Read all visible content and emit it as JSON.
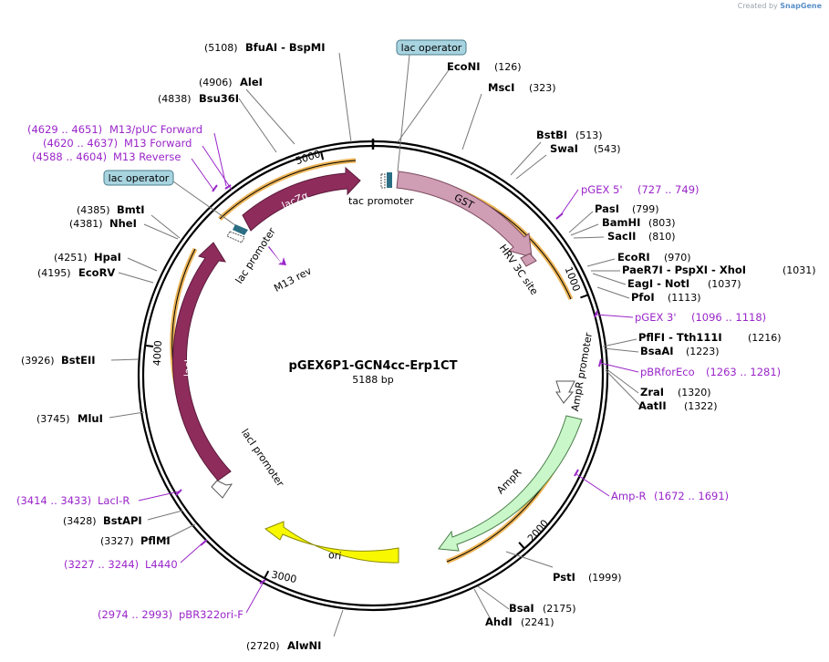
{
  "branding": {
    "prefix": "Created by",
    "product": "SnapGene"
  },
  "plasmid": {
    "name": "pGEX6P1-GCN4cc-Erp1CT",
    "length_label": "5188 bp",
    "length": 5188
  },
  "tick_labels": [
    "1000",
    "2000",
    "3000",
    "4000",
    "5000"
  ],
  "sites": [
    {
      "name": "BfuAI - BspMI",
      "pos": "(5108)",
      "side": "left"
    },
    {
      "name": "AleI",
      "pos": "(4906)",
      "side": "left"
    },
    {
      "name": "Bsu36I",
      "pos": "(4838)",
      "side": "left"
    },
    {
      "name": "BmtI",
      "pos": "(4385)",
      "side": "left"
    },
    {
      "name": "NheI",
      "pos": "(4381)",
      "side": "left"
    },
    {
      "name": "HpaI",
      "pos": "(4251)",
      "side": "left"
    },
    {
      "name": "EcoRV",
      "pos": "(4195)",
      "side": "left"
    },
    {
      "name": "BstEII",
      "pos": "(3926)",
      "side": "left"
    },
    {
      "name": "MluI",
      "pos": "(3745)",
      "side": "left"
    },
    {
      "name": "BstAPI",
      "pos": "(3428)",
      "side": "left"
    },
    {
      "name": "PflMI",
      "pos": "(3327)",
      "side": "left"
    },
    {
      "name": "AlwNI",
      "pos": "(2720)",
      "side": "left"
    },
    {
      "name": "EcoNI",
      "pos": "(126)",
      "side": "right"
    },
    {
      "name": "MscI",
      "pos": "(323)",
      "side": "right"
    },
    {
      "name": "BstBI",
      "pos": "(513)",
      "side": "right"
    },
    {
      "name": "SwaI",
      "pos": "(543)",
      "side": "right"
    },
    {
      "name": "PasI",
      "pos": "(799)",
      "side": "right"
    },
    {
      "name": "BamHI",
      "pos": "(803)",
      "side": "right"
    },
    {
      "name": "SacII",
      "pos": "(810)",
      "side": "right"
    },
    {
      "name": "EcoRI",
      "pos": "(970)",
      "side": "right"
    },
    {
      "name": "PaeR7I - PspXI - XhoI",
      "pos": "(1031)",
      "side": "right"
    },
    {
      "name": "EagI - NotI",
      "pos": "(1037)",
      "side": "right"
    },
    {
      "name": "PfoI",
      "pos": "(1113)",
      "side": "right"
    },
    {
      "name": "PflFI - Tth111I",
      "pos": "(1216)",
      "side": "right"
    },
    {
      "name": "BsaAI",
      "pos": "(1223)",
      "side": "right"
    },
    {
      "name": "ZraI",
      "pos": "(1320)",
      "side": "right"
    },
    {
      "name": "AatII",
      "pos": "(1322)",
      "side": "right"
    },
    {
      "name": "PstI",
      "pos": "(1999)",
      "side": "right"
    },
    {
      "name": "BsaI",
      "pos": "(2175)",
      "side": "right"
    },
    {
      "name": "AhdI",
      "pos": "(2241)",
      "side": "right"
    }
  ],
  "primers": [
    {
      "name": "M13/pUC Forward",
      "range": "(4629 .. 4651)"
    },
    {
      "name": "M13 Forward",
      "range": "(4620 .. 4637)"
    },
    {
      "name": "M13 Reverse",
      "range": "(4588 .. 4604)"
    },
    {
      "name": "LacI-R",
      "range": "(3414 .. 3433)"
    },
    {
      "name": "L4440",
      "range": "(3227 .. 3244)"
    },
    {
      "name": "pBR322ori-F",
      "range": "(2974 .. 2993)"
    },
    {
      "name": "pGEX 5'",
      "range": "(727 .. 749)"
    },
    {
      "name": "pGEX 3'",
      "range": "(1096 .. 1118)"
    },
    {
      "name": "pBRforEco",
      "range": "(1263 .. 1281)"
    },
    {
      "name": "Amp-R",
      "range": "(1672 .. 1691)"
    }
  ],
  "features": {
    "lac_operator_boxed": "lac operator",
    "lacZa": "lacZα",
    "tac_promoter": "tac promoter",
    "GST": "GST",
    "HRV_3C": "HRV 3C site",
    "lac_promoter": "lac promoter",
    "M13_rev": "M13 rev",
    "lacI": "lacI",
    "lacI_promoter": "lacI promoter",
    "AmpR_promoter": "AmpR promoter",
    "AmpR": "AmpR",
    "ori": "ori"
  },
  "colors": {
    "primer": "#9a26c9",
    "lacZa": "#8e2c5c",
    "lacI": "#8e2c5c",
    "GST": "#cf9db4",
    "AmpR": "#c9f7c9",
    "ori": "#f8f800",
    "lac_operator_box": "#a8d4e0",
    "orf_highlight": "#e9a73a"
  }
}
